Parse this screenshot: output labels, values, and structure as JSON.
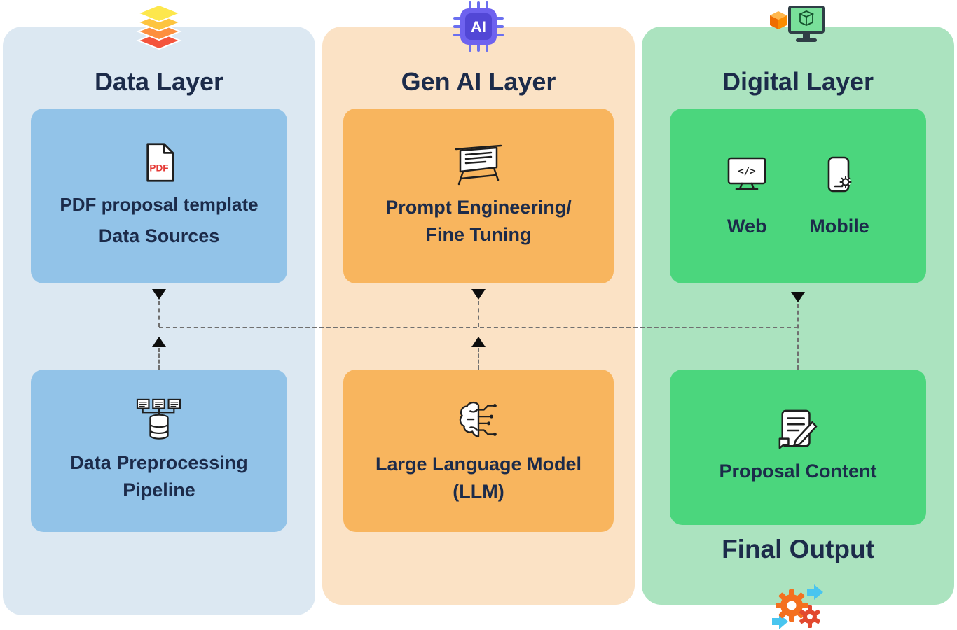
{
  "colors": {
    "data_bg": "#dce8f2",
    "data_box": "#92c3e8",
    "genai_bg": "#fbe2c5",
    "genai_box": "#f8b55e",
    "digital_bg": "#abe3bf",
    "digital_box": "#4bd67d",
    "text": "#1c2b4a",
    "dash": "#707070",
    "arrow": "#0d0d0d"
  },
  "data_layer": {
    "title": "Data Layer",
    "box1": {
      "subtitle": "PDF proposal template",
      "title": "Data Sources"
    },
    "box2": {
      "line1": "Data Preprocessing",
      "line2": "Pipeline"
    }
  },
  "genai_layer": {
    "title": "Gen AI Layer",
    "chip_label": "AI",
    "box1": {
      "line1": "Prompt Engineering/",
      "line2": "Fine Tuning"
    },
    "box2": {
      "line1": "Large Language Model",
      "line2": "(LLM)"
    }
  },
  "digital_layer": {
    "title": "Digital Layer",
    "box1": {
      "web_label": "Web",
      "mobile_label": "Mobile"
    },
    "box2": {
      "label": "Proposal Content"
    },
    "final_output": "Final Output"
  },
  "icon_glyphs": {
    "pdf_label": "PDF",
    "code_glyph": "</>"
  },
  "icons": {
    "data_top": "stacked-layers",
    "genai_top": "ai-chip",
    "digital_top": "monitor-3d-cube",
    "data_box1": "pdf-document",
    "data_box2": "screens-database-pipeline",
    "genai_box1": "presentation-board",
    "genai_box2": "brain-circuit",
    "digital_web": "monitor-code",
    "digital_mobile": "phone-gear",
    "digital_box2": "document-pen",
    "digital_bottom": "gears-process-arrows"
  }
}
